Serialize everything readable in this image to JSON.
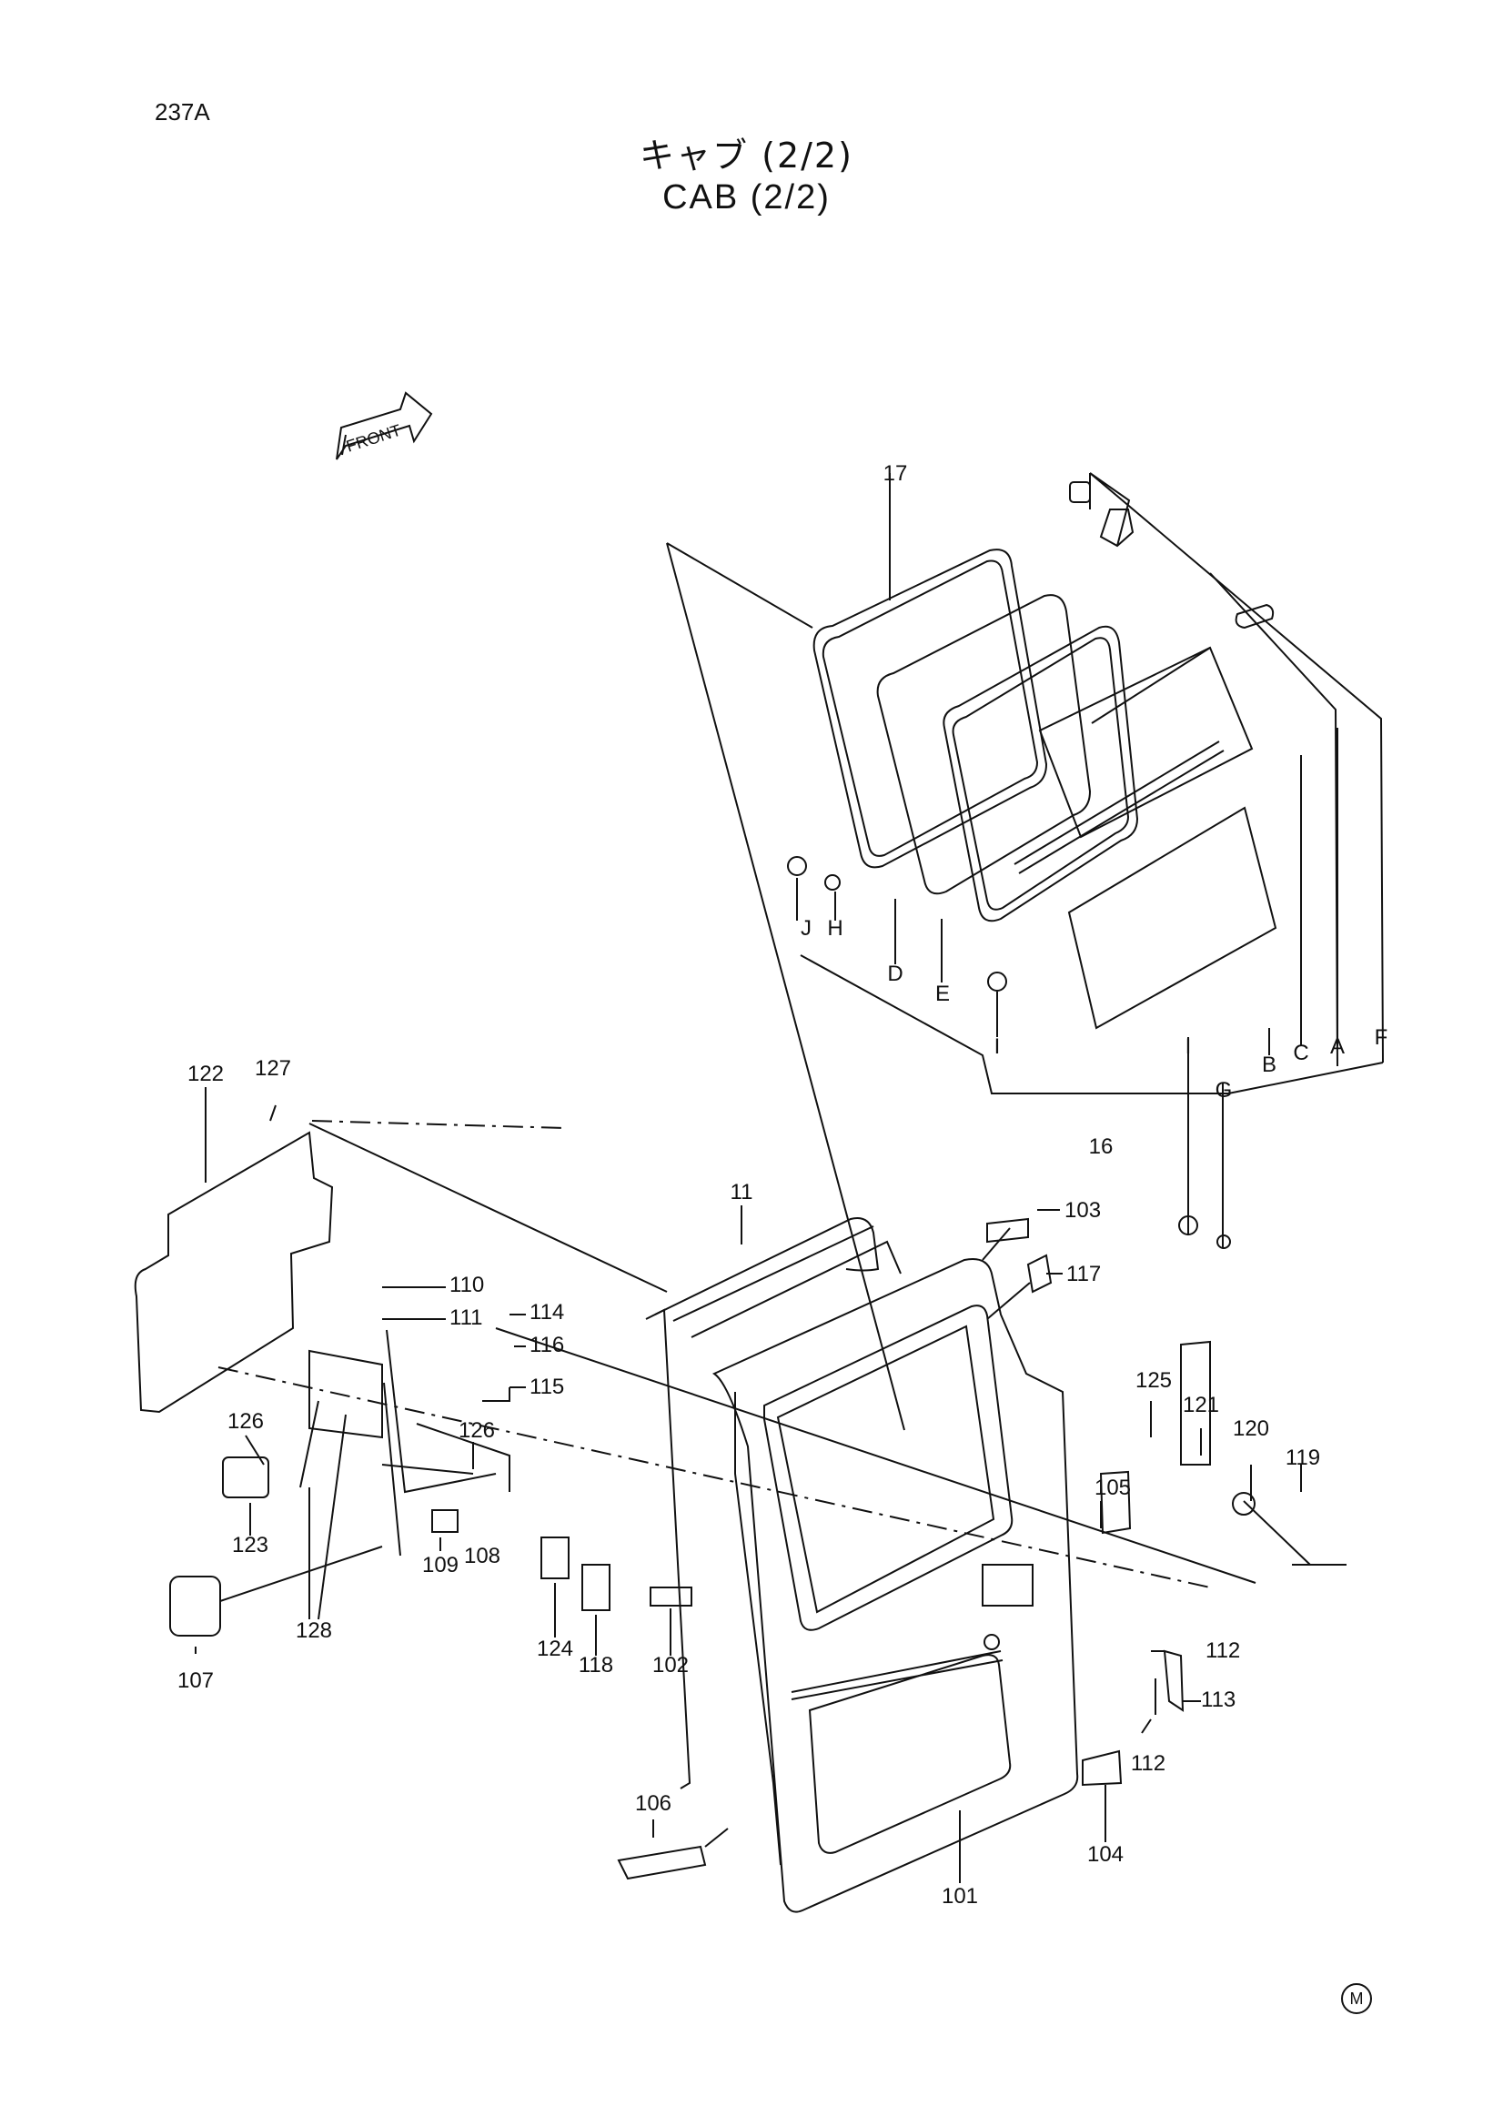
{
  "page_id": "237A",
  "title_jp": "キャブ (2/2)",
  "title_en": "CAB (2/2)",
  "front_label": "FRONT",
  "mark": "M",
  "callouts": [
    {
      "id": "c17",
      "label": "17"
    },
    {
      "id": "cJ",
      "label": "J"
    },
    {
      "id": "cH",
      "label": "H"
    },
    {
      "id": "cD",
      "label": "D"
    },
    {
      "id": "cE",
      "label": "E"
    },
    {
      "id": "cI1",
      "label": "I"
    },
    {
      "id": "cI2",
      "label": "I"
    },
    {
      "id": "cG",
      "label": "G"
    },
    {
      "id": "cB",
      "label": "B"
    },
    {
      "id": "cC",
      "label": "C"
    },
    {
      "id": "cA",
      "label": "A"
    },
    {
      "id": "cF",
      "label": "F"
    },
    {
      "id": "c16",
      "label": "16"
    },
    {
      "id": "c122",
      "label": "122"
    },
    {
      "id": "c127",
      "label": "127"
    },
    {
      "id": "c11",
      "label": "11"
    },
    {
      "id": "c103",
      "label": "103"
    },
    {
      "id": "c117",
      "label": "117"
    },
    {
      "id": "c110",
      "label": "110"
    },
    {
      "id": "c111",
      "label": "111"
    },
    {
      "id": "c114",
      "label": "114"
    },
    {
      "id": "c116",
      "label": "116"
    },
    {
      "id": "c115",
      "label": "115"
    },
    {
      "id": "c126a",
      "label": "126"
    },
    {
      "id": "c126b",
      "label": "126"
    },
    {
      "id": "c123",
      "label": "123"
    },
    {
      "id": "c109",
      "label": "109"
    },
    {
      "id": "c108",
      "label": "108"
    },
    {
      "id": "c128",
      "label": "128"
    },
    {
      "id": "c107",
      "label": "107"
    },
    {
      "id": "c124",
      "label": "124"
    },
    {
      "id": "c118",
      "label": "118"
    },
    {
      "id": "c102",
      "label": "102"
    },
    {
      "id": "c125",
      "label": "125"
    },
    {
      "id": "c121",
      "label": "121"
    },
    {
      "id": "c120",
      "label": "120"
    },
    {
      "id": "c119",
      "label": "119"
    },
    {
      "id": "c105",
      "label": "105"
    },
    {
      "id": "c112a",
      "label": "112"
    },
    {
      "id": "c113",
      "label": "113"
    },
    {
      "id": "c112b",
      "label": "112"
    },
    {
      "id": "c104",
      "label": "104"
    },
    {
      "id": "c106",
      "label": "106"
    },
    {
      "id": "c101",
      "label": "101"
    }
  ]
}
